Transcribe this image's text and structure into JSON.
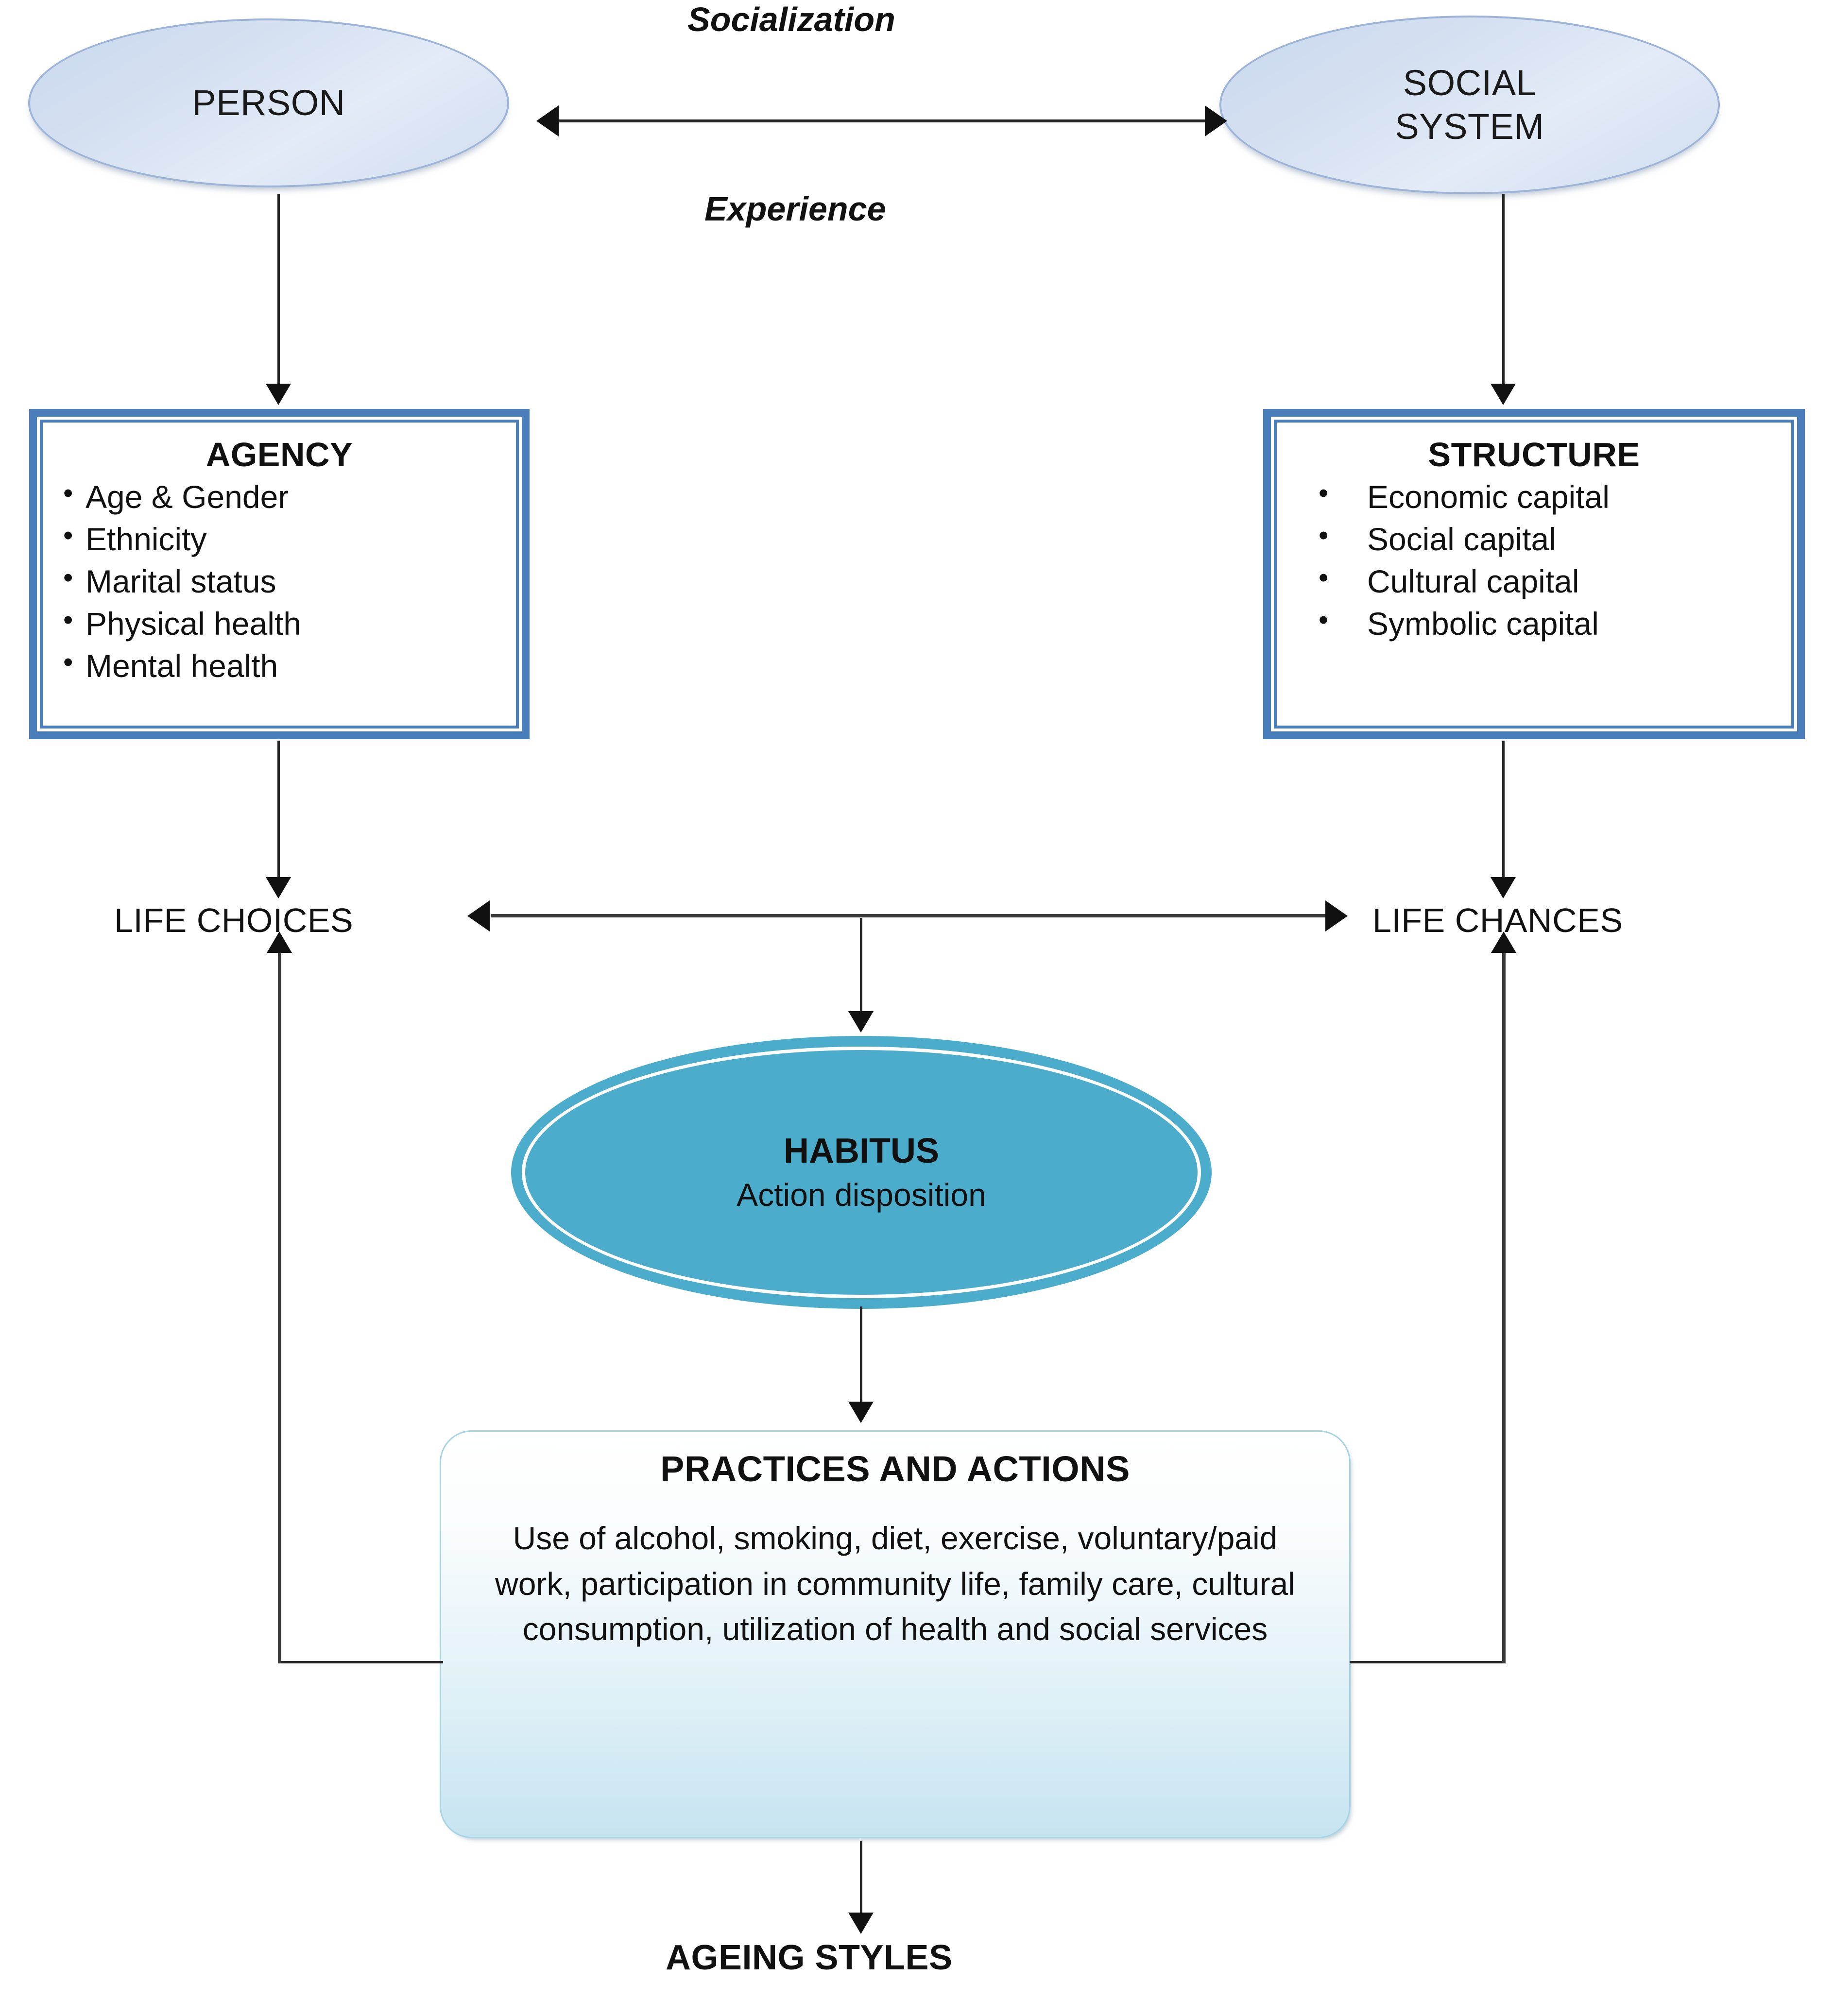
{
  "diagram": {
    "title": "Agency and Structure model of ageing styles",
    "colors": {
      "ellipse_fill": "#d6e1f1",
      "ellipse_border": "#9db4d8",
      "box_border": "#4a7ebb",
      "habitus_fill": "#4badcb",
      "practices_fill_top": "#ffffff",
      "practices_fill_bottom": "#c6e4f0",
      "connector": "#262626"
    }
  },
  "nodes": {
    "person": {
      "label": "PERSON"
    },
    "social_system": {
      "label_line1": "SOCIAL",
      "label_line2": "SYSTEM"
    },
    "agency": {
      "title": "AGENCY",
      "items": [
        "Age & Gender",
        "Ethnicity",
        "Marital status",
        "Physical health",
        "Mental health"
      ]
    },
    "structure": {
      "title": "STRUCTURE",
      "items": [
        "Economic capital",
        "Social capital",
        "Cultural capital",
        "Symbolic capital"
      ]
    },
    "habitus": {
      "title": "HABITUS",
      "subtitle": "Action disposition"
    },
    "practices": {
      "title": "PRACTICES AND ACTIONS",
      "body": "Use of alcohol, smoking, diet, exercise, voluntary/paid work, participation in community life, family care, cultural consumption, utilization of health and social services"
    },
    "ageing_styles": {
      "label": "AGEING STYLES"
    },
    "life_choices": {
      "label": "LIFE CHOICES"
    },
    "life_chances": {
      "label": "LIFE CHANCES"
    }
  },
  "edge_labels": {
    "socialization": "Socialization",
    "experience": "Experience"
  }
}
